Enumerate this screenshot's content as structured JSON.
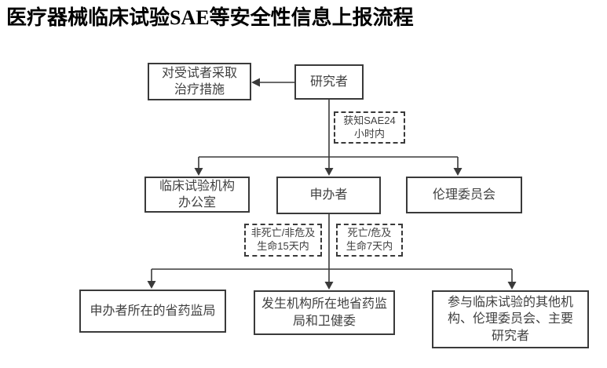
{
  "title": "医疗器械临床试验SAE等安全性信息上报流程",
  "nodes": {
    "treatment": {
      "label": "对受试者采取\n治疗措施"
    },
    "researcher": {
      "label": "研究者"
    },
    "institution_office": {
      "label": "临床试验机构\n办公室"
    },
    "sponsor": {
      "label": "申办者"
    },
    "ethics_committee": {
      "label": "伦理委员会"
    },
    "sponsor_province_authority": {
      "label": "申办者所在的省药监局"
    },
    "site_province_authority": {
      "label": "发生机构所在地省药监\n局和卫健委"
    },
    "other_participants": {
      "label": "参与临床试验的其他机\n构、伦理委员会、主要\n研究者"
    }
  },
  "annotations": {
    "sae_24h": {
      "label": "获知SAE24\n小时内"
    },
    "non_death_15d": {
      "label": "非死亡/非危及\n生命15天内"
    },
    "death_7d": {
      "label": "死亡/危及\n生命7天内"
    }
  },
  "colors": {
    "line": "#3a3a3a",
    "text": "#404040",
    "title": "#000000",
    "background": "#ffffff"
  }
}
